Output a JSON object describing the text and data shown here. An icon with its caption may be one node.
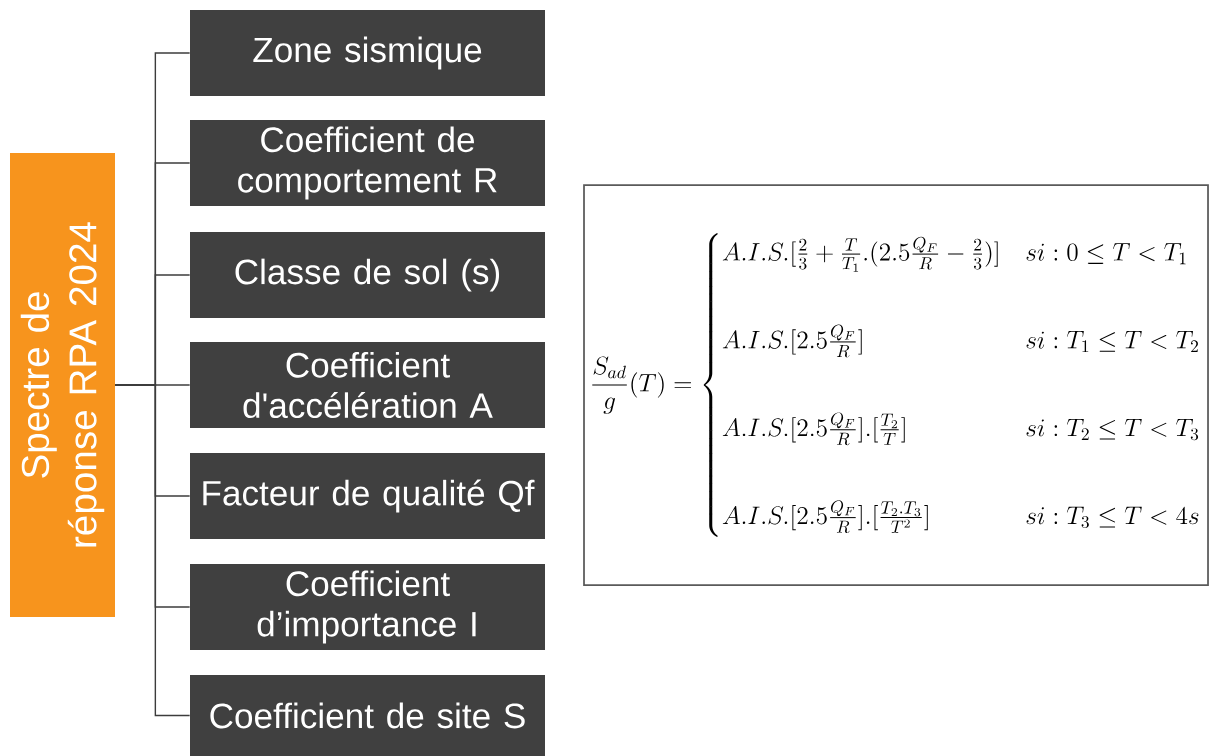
{
  "diagram": {
    "nodes": [
      {
        "text": [
          "Spectre de réponse RPA 2024"
        ]
      },
      {
        "text": [
          "Zone sismique"
        ]
      },
      {
        "text": [
          "Coefficient de comportement R"
        ]
      },
      {
        "text": [
          "Classe de sol (s)"
        ]
      },
      {
        "text": [
          "Coefficient d'accélération A"
        ]
      },
      {
        "text": [
          "Facteur de qualité Qf"
        ]
      },
      {
        "text": [
          "Coefficient d’importance I"
        ]
      },
      {
        "text": [
          "Coefficient de site S"
        ]
      },
      {
        "text": [
          "\\frac{S_{ad}}{g}(T)=\\begin{cases} A.I.S.[\\frac{2}{3}+\\frac{T}{T_1}.(2.5\\frac{Q_F}{R}-\\frac{2}{3})] & si:0\\leq T<T_1\\\\[4ex] A.I.S.[2.5\\frac{Q_F}{R}] & si:T_1\\leq T<T_2\\\\[4ex] A.I.S.[2.5\\frac{Q_F}{R}].[\\frac{T_2}{T}] & si:T_2\\leq T<T_3\\\\[4ex] A.I.S.[2.5\\frac{Q_F}{R}].[\\frac{T_2.T_3}{T^2}] & si:T_3\\leq T<4s \\end{cases}"
        ]
      }
    ],
    "edges": [
      {
        "from": 0,
        "to": 1,
        "arrow": "none"
      },
      {
        "from": 0,
        "to": 2,
        "arrow": "none"
      },
      {
        "from": 0,
        "to": 3,
        "arrow": "none"
      },
      {
        "from": 0,
        "to": 4,
        "arrow": "none"
      },
      {
        "from": 0,
        "to": 5,
        "arrow": "none"
      },
      {
        "from": 0,
        "to": 6,
        "arrow": "none"
      },
      {
        "from": 0,
        "to": 7,
        "arrow": "none"
      }
    ]
  }
}
